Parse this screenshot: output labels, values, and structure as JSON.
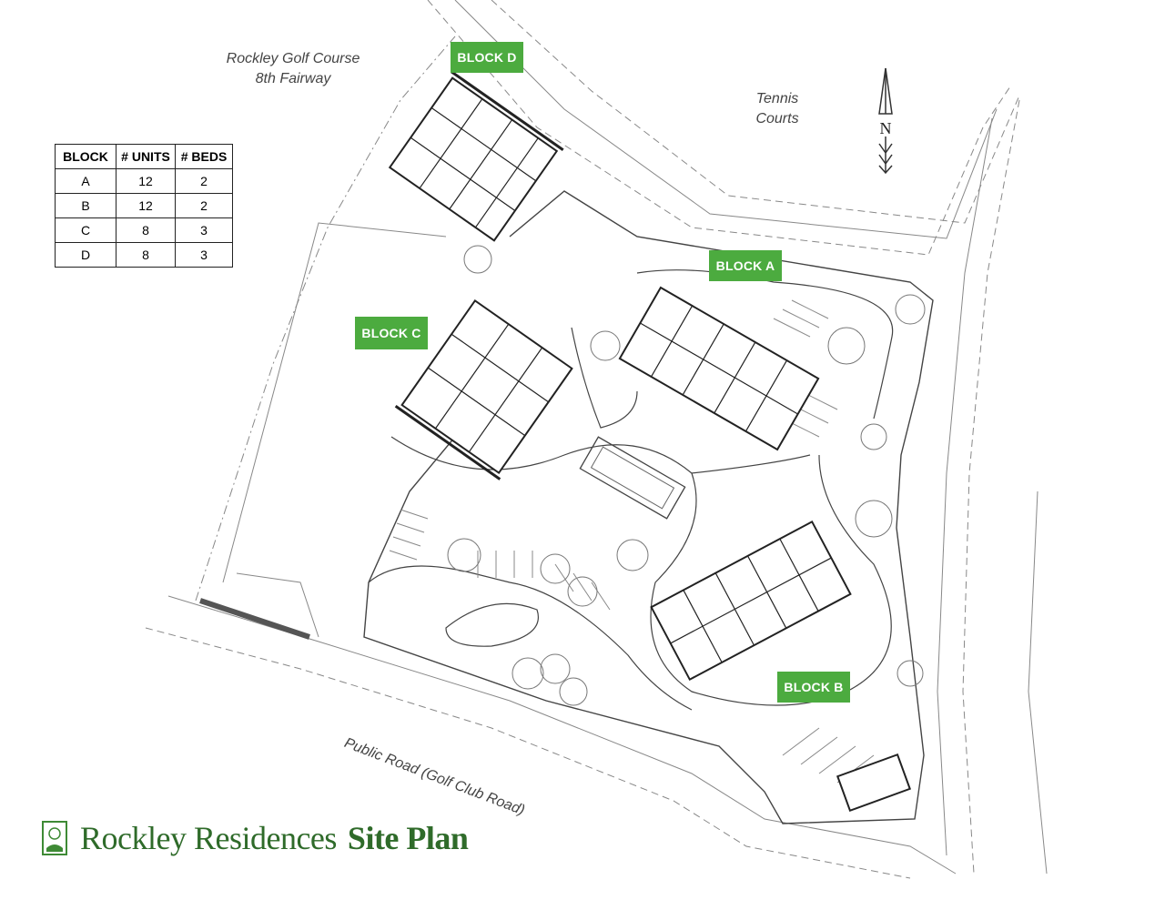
{
  "labels": {
    "golf_course_line1": "Rockley Golf Course",
    "golf_course_line2": "8th Fairway",
    "tennis_line1": "Tennis",
    "tennis_line2": "Courts",
    "north": "N",
    "public_road": "Public Road (Golf Club Road)"
  },
  "blocks": {
    "a": "BLOCK A",
    "b": "BLOCK B",
    "c": "BLOCK C",
    "d": "BLOCK D"
  },
  "unit_table": {
    "headers": [
      "BLOCK",
      "# UNITS",
      "# BEDS"
    ],
    "rows": [
      [
        "A",
        "12",
        "2"
      ],
      [
        "B",
        "12",
        "2"
      ],
      [
        "C",
        "8",
        "3"
      ],
      [
        "D",
        "8",
        "3"
      ]
    ]
  },
  "brand": {
    "name": "Rockley Residences",
    "subtitle": "Site Plan"
  },
  "colors": {
    "block_tag": "#4cab3f",
    "brand": "#2f6b2a",
    "linework": "#333333"
  }
}
